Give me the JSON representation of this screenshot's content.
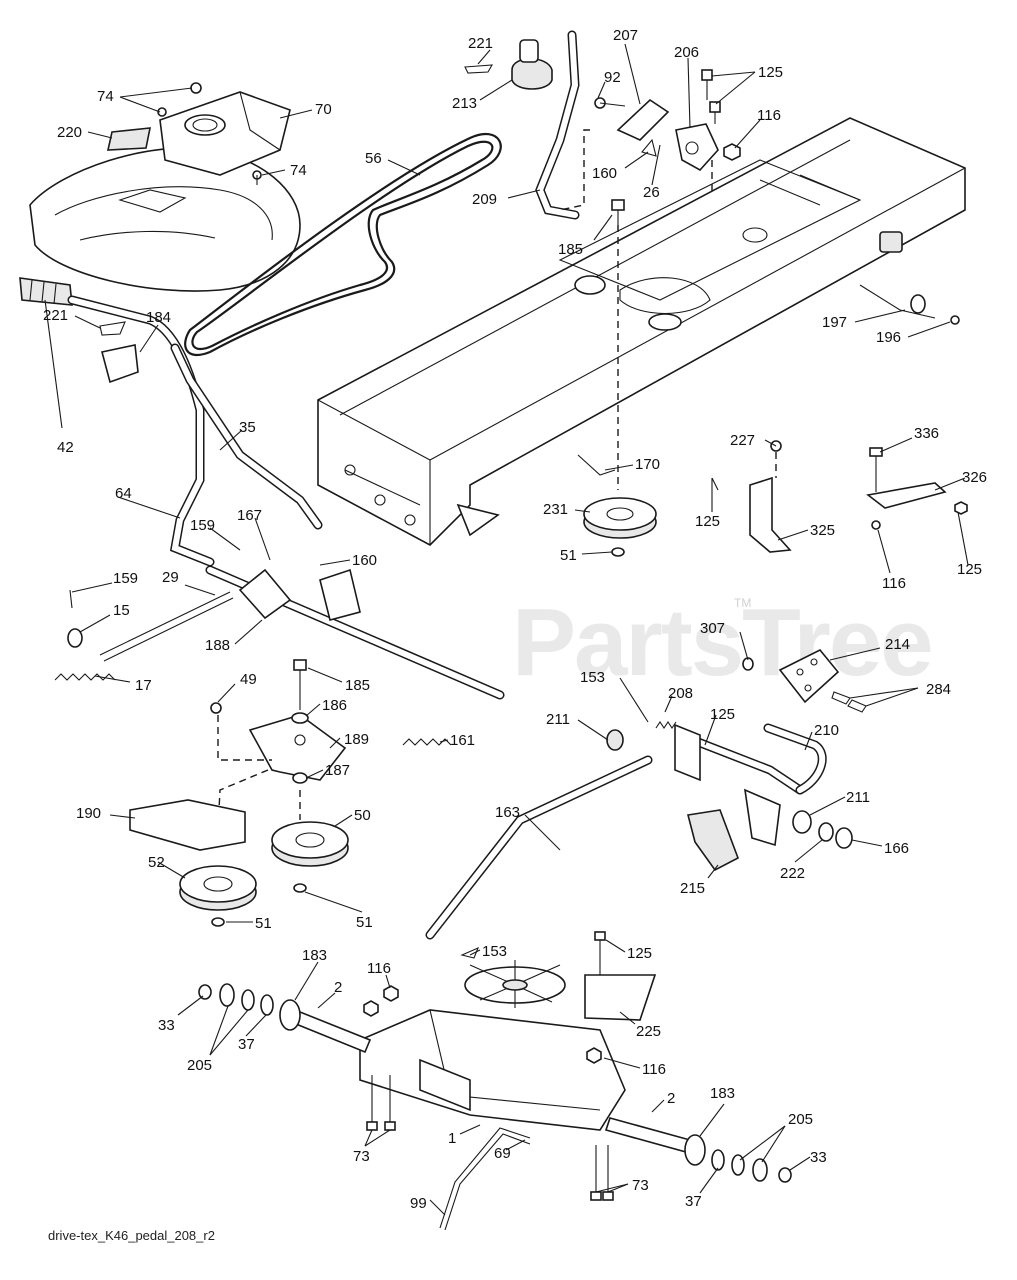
{
  "diagram": {
    "caption": "drive-tex_K46_pedal_208_r2",
    "watermark": "PartsTree",
    "trademark": "TM",
    "labels": {
      "l221a": "221",
      "l213": "213",
      "l207": "207",
      "l92": "92",
      "l206": "206",
      "l125a": "125",
      "l116a": "116",
      "l160a": "160",
      "l26": "26",
      "l209": "209",
      "l185a": "185",
      "l74a": "74",
      "l70": "70",
      "l220": "220",
      "l74b": "74",
      "l56": "56",
      "l197": "197",
      "l196": "196",
      "l221b": "221",
      "l184": "184",
      "l42": "42",
      "l35": "35",
      "l64": "64",
      "l159a": "159",
      "l167": "167",
      "l160b": "160",
      "l227": "227",
      "l336": "336",
      "l170": "170",
      "l326": "326",
      "l231": "231",
      "l125b": "125",
      "l325": "325",
      "l51a": "51",
      "l116b": "116",
      "l125c": "125",
      "l159b": "159",
      "l29": "29",
      "l15": "15",
      "l188": "188",
      "l307": "307",
      "l214": "214",
      "l17": "17",
      "l49": "49",
      "l185b": "185",
      "l153a": "153",
      "l208": "208",
      "l284": "284",
      "l186": "186",
      "l211a": "211",
      "l125d": "125",
      "l210": "210",
      "l189": "189",
      "l161": "161",
      "l187": "187",
      "l163": "163",
      "l211b": "211",
      "l190": "190",
      "l50": "50",
      "l52": "52",
      "l215": "215",
      "l222": "222",
      "l166": "166",
      "l51b": "51",
      "l51c": "51",
      "l183a": "183",
      "l153b": "153",
      "l125e": "125",
      "l116c": "116",
      "l2a": "2",
      "l33a": "33",
      "l225": "225",
      "l205a": "205",
      "l37a": "37",
      "l116d": "116",
      "l183b": "183",
      "l2b": "2",
      "l205b": "205",
      "l1": "1",
      "l73a": "73",
      "l69": "69",
      "l33b": "33",
      "l73b": "73",
      "l37b": "37",
      "l99": "99"
    }
  }
}
